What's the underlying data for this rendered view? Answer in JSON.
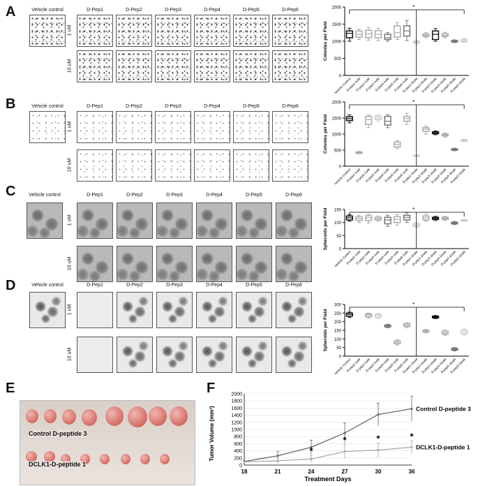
{
  "panels": {
    "A": {
      "letter": "A",
      "vehicle_label": "Vehicle control",
      "conc_1": "1 uM",
      "conc_10": "10 uM"
    },
    "B": {
      "letter": "B",
      "vehicle_label": "Vehicle control",
      "conc_1": "1 uM",
      "conc_10": "10 uM"
    },
    "C": {
      "letter": "C",
      "vehicle_label": "Vehicle control",
      "conc_1": "1 uM",
      "conc_10": "10 uM"
    },
    "D": {
      "letter": "D",
      "vehicle_label": "Vehicle control",
      "conc_1": "1 uM",
      "conc_10": "10 uM"
    },
    "E": {
      "letter": "E",
      "control_label": "Control D-peptide 3",
      "treated_label": "DCLK1-D-peptide 1"
    },
    "F": {
      "letter": "F"
    }
  },
  "peptides": [
    "D-Pep1",
    "D-Pep2",
    "D-Pep3",
    "D-Pep4",
    "D-Pep5",
    "D-Pep6"
  ],
  "box_categories": [
    "Vehicle Control",
    "D-pep1-1uM",
    "D-pep2-1uM",
    "D-pep3-1uM",
    "D-pep4-1uM",
    "D-pep5-1uM",
    "D-pep6-1uM",
    "D-pep1-10uM",
    "D-pep2-10uM",
    "D-pep3-10uM",
    "D-pep4-10uM",
    "D-pep5-10uM",
    "D-pep6-10uM"
  ],
  "star": "*",
  "chart_data": [
    {
      "type": "box",
      "ylabel": "Colonies per Field",
      "ylim": [
        0,
        2000
      ],
      "yticks": [
        0,
        500,
        1000,
        1500,
        2000
      ],
      "categories": [
        "Vehicle Control",
        "D-pep1-1uM",
        "D-pep2-1uM",
        "D-pep3-1uM",
        "D-pep4-1uM",
        "D-pep5-1uM",
        "D-pep6-1uM",
        "D-pep1-10uM",
        "D-pep2-10uM",
        "D-pep3-10uM",
        "D-pep4-10uM",
        "D-pep5-10uM",
        "D-pep6-10uM"
      ],
      "boxes": [
        {
          "min": 1000,
          "q1": 1100,
          "median": 1230,
          "q3": 1300,
          "max": 1380,
          "color": "#111"
        },
        {
          "min": 1050,
          "q1": 1120,
          "median": 1200,
          "q3": 1300,
          "max": 1350,
          "color": "#aaa"
        },
        {
          "min": 1030,
          "q1": 1100,
          "median": 1220,
          "q3": 1320,
          "max": 1400,
          "color": "#aaa"
        },
        {
          "min": 1020,
          "q1": 1100,
          "median": 1200,
          "q3": 1310,
          "max": 1380,
          "color": "#aaa"
        },
        {
          "min": 1000,
          "q1": 1050,
          "median": 1100,
          "q3": 1200,
          "max": 1250,
          "color": "#777"
        },
        {
          "min": 1050,
          "q1": 1120,
          "median": 1250,
          "q3": 1450,
          "max": 1550,
          "color": "#aaa"
        },
        {
          "min": 1020,
          "q1": 1150,
          "median": 1300,
          "q3": 1450,
          "max": 1600,
          "color": "#777"
        },
        {
          "min": 900,
          "q1": 950,
          "median": 970,
          "q3": 1000,
          "max": 1020,
          "color": "#ccc"
        },
        {
          "min": 1100,
          "q1": 1140,
          "median": 1170,
          "q3": 1210,
          "max": 1250,
          "color": "#aaa"
        },
        {
          "min": 1000,
          "q1": 1050,
          "median": 1200,
          "q3": 1300,
          "max": 1370,
          "color": "#111"
        },
        {
          "min": 1100,
          "q1": 1140,
          "median": 1170,
          "q3": 1220,
          "max": 1260,
          "color": "#aaa"
        },
        {
          "min": 960,
          "q1": 980,
          "median": 1000,
          "q3": 1020,
          "max": 1040,
          "color": "#777"
        },
        {
          "min": 960,
          "q1": 990,
          "median": 1010,
          "q3": 1050,
          "max": 1080,
          "color": "#ccc"
        }
      ],
      "star_at": 7
    },
    {
      "type": "box",
      "ylabel": "Colonies per Field",
      "ylim": [
        0,
        2000
      ],
      "yticks": [
        0,
        500,
        1000,
        1500,
        2000
      ],
      "categories": [
        "Vehicle Control",
        "D-pep1-1uM",
        "D-pep2-1uM",
        "D-pep3-1uM",
        "D-pep4-1uM",
        "D-pep5-1uM",
        "D-pep6-1uM",
        "D-pep1-10uM",
        "D-pep2-10uM",
        "D-pep3-10uM",
        "D-pep4-10uM",
        "D-pep5-10uM",
        "D-pep6-10uM"
      ],
      "boxes": [
        {
          "min": 1350,
          "q1": 1420,
          "median": 1480,
          "q3": 1540,
          "max": 1600,
          "color": "#111"
        },
        {
          "min": 390,
          "q1": 400,
          "median": 420,
          "q3": 440,
          "max": 460,
          "color": "#aaa"
        },
        {
          "min": 1200,
          "q1": 1300,
          "median": 1450,
          "q3": 1550,
          "max": 1600,
          "color": "#aaa"
        },
        {
          "min": 1400,
          "q1": 1450,
          "median": 1500,
          "q3": 1560,
          "max": 1600,
          "color": "#ccc"
        },
        {
          "min": 1200,
          "q1": 1280,
          "median": 1400,
          "q3": 1550,
          "max": 1600,
          "color": "#777"
        },
        {
          "min": 550,
          "q1": 600,
          "median": 680,
          "q3": 750,
          "max": 800,
          "color": "#aaa"
        },
        {
          "min": 1300,
          "q1": 1400,
          "median": 1480,
          "q3": 1550,
          "max": 1650,
          "color": "#aaa"
        },
        {
          "min": 300,
          "q1": 310,
          "median": 320,
          "q3": 340,
          "max": 350,
          "color": "#ccc"
        },
        {
          "min": 1000,
          "q1": 1080,
          "median": 1150,
          "q3": 1200,
          "max": 1250,
          "color": "#aaa"
        },
        {
          "min": 980,
          "q1": 1010,
          "median": 1040,
          "q3": 1070,
          "max": 1100,
          "color": "#111"
        },
        {
          "min": 900,
          "q1": 940,
          "median": 970,
          "q3": 1000,
          "max": 1030,
          "color": "#aaa"
        },
        {
          "min": 480,
          "q1": 500,
          "median": 520,
          "q3": 540,
          "max": 560,
          "color": "#777"
        },
        {
          "min": 760,
          "q1": 780,
          "median": 800,
          "q3": 820,
          "max": 840,
          "color": "#ccc"
        }
      ],
      "star_at": 7
    },
    {
      "type": "box",
      "ylabel": "Spheroids per Field",
      "ylim": [
        0,
        150
      ],
      "yticks": [
        0,
        50,
        100,
        150
      ],
      "categories": [
        "Vehicle Control",
        "D-pep1-1uM",
        "D-pep2-1uM",
        "D-pep3-1uM",
        "D-pep4-1uM",
        "D-pep5-1uM",
        "D-pep6-1uM",
        "D-pep1-10uM",
        "D-pep2-10uM",
        "D-pep3-10uM",
        "D-pep4-10uM",
        "D-pep5-10uM",
        "D-pep6-10uM"
      ],
      "boxes": [
        {
          "min": 105,
          "q1": 110,
          "median": 118,
          "q3": 125,
          "max": 130,
          "color": "#111"
        },
        {
          "min": 100,
          "q1": 108,
          "median": 115,
          "q3": 122,
          "max": 128,
          "color": "#aaa"
        },
        {
          "min": 98,
          "q1": 108,
          "median": 118,
          "q3": 126,
          "max": 132,
          "color": "#aaa"
        },
        {
          "min": 105,
          "q1": 110,
          "median": 115,
          "q3": 120,
          "max": 125,
          "color": "#aaa"
        },
        {
          "min": 85,
          "q1": 95,
          "median": 110,
          "q3": 120,
          "max": 128,
          "color": "#777"
        },
        {
          "min": 90,
          "q1": 100,
          "median": 112,
          "q3": 122,
          "max": 130,
          "color": "#aaa"
        },
        {
          "min": 100,
          "q1": 110,
          "median": 120,
          "q3": 128,
          "max": 138,
          "color": "#777"
        },
        {
          "min": 80,
          "q1": 85,
          "median": 90,
          "q3": 95,
          "max": 100,
          "color": "#ccc"
        },
        {
          "min": 105,
          "q1": 110,
          "median": 118,
          "q3": 125,
          "max": 132,
          "color": "#aaa"
        },
        {
          "min": 108,
          "q1": 112,
          "median": 116,
          "q3": 120,
          "max": 124,
          "color": "#111"
        },
        {
          "min": 108,
          "q1": 112,
          "median": 116,
          "q3": 120,
          "max": 124,
          "color": "#aaa"
        },
        {
          "min": 92,
          "q1": 95,
          "median": 98,
          "q3": 101,
          "max": 104,
          "color": "#777"
        },
        {
          "min": 104,
          "q1": 106,
          "median": 108,
          "q3": 110,
          "max": 112,
          "color": "#ccc"
        }
      ],
      "star_at": 7
    },
    {
      "type": "box",
      "ylabel": "Spheroids per Field",
      "ylim": [
        0,
        300
      ],
      "yticks": [
        0,
        50,
        100,
        150,
        200,
        250,
        300
      ],
      "categories": [
        "Vehicle Control",
        "D-pep1-1uM",
        "D-pep2-1uM",
        "D-pep3-1uM",
        "D-pep4-1uM",
        "D-pep5-1uM",
        "D-pep6-1uM",
        "D-pep1-10uM",
        "D-pep2-10uM",
        "D-pep3-10uM",
        "D-pep4-10uM",
        "D-pep5-10uM",
        "D-pep6-10uM"
      ],
      "boxes": [
        {
          "min": 225,
          "q1": 232,
          "median": 242,
          "q3": 250,
          "max": 256,
          "color": "#111"
        },
        null,
        {
          "min": 220,
          "q1": 228,
          "median": 238,
          "q3": 245,
          "max": 250,
          "color": "#aaa"
        },
        {
          "min": 218,
          "q1": 225,
          "median": 235,
          "q3": 242,
          "max": 248,
          "color": "#ccc"
        },
        {
          "min": 165,
          "q1": 170,
          "median": 175,
          "q3": 180,
          "max": 185,
          "color": "#777"
        },
        {
          "min": 65,
          "q1": 72,
          "median": 80,
          "q3": 88,
          "max": 95,
          "color": "#aaa"
        },
        {
          "min": 165,
          "q1": 172,
          "median": 180,
          "q3": 188,
          "max": 195,
          "color": "#aaa"
        },
        null,
        {
          "min": 135,
          "q1": 140,
          "median": 145,
          "q3": 150,
          "max": 155,
          "color": "#aaa"
        },
        {
          "min": 218,
          "q1": 222,
          "median": 227,
          "q3": 232,
          "max": 236,
          "color": "#111"
        },
        {
          "min": 120,
          "q1": 128,
          "median": 135,
          "q3": 145,
          "max": 152,
          "color": "#aaa"
        },
        {
          "min": 30,
          "q1": 35,
          "median": 40,
          "q3": 45,
          "max": 50,
          "color": "#777"
        },
        {
          "min": 120,
          "q1": 130,
          "median": 140,
          "q3": 150,
          "max": 158,
          "color": "#ccc"
        }
      ],
      "star_at": 7
    },
    {
      "type": "line",
      "xlabel": "Treatment Days",
      "ylabel": "Tumor Volume (mm³)",
      "x": [
        18,
        21,
        24,
        27,
        30,
        36
      ],
      "ylim": [
        0,
        2000
      ],
      "yticks": [
        0,
        200,
        400,
        600,
        800,
        1000,
        1200,
        1400,
        1600,
        1800,
        2000
      ],
      "series": [
        {
          "name": "Control D-peptide 3",
          "values": [
            100,
            260,
            500,
            900,
            1420,
            1580
          ],
          "errors": [
            30,
            120,
            200,
            280,
            320,
            350
          ],
          "color": "#666"
        },
        {
          "name": "DCLK1-D-peptide 1",
          "values": [
            90,
            120,
            170,
            380,
            420,
            500
          ],
          "errors": [
            30,
            80,
            100,
            200,
            200,
            180
          ],
          "color": "#aaa"
        }
      ],
      "stars_at_x": [
        24,
        27,
        30,
        36
      ]
    }
  ]
}
